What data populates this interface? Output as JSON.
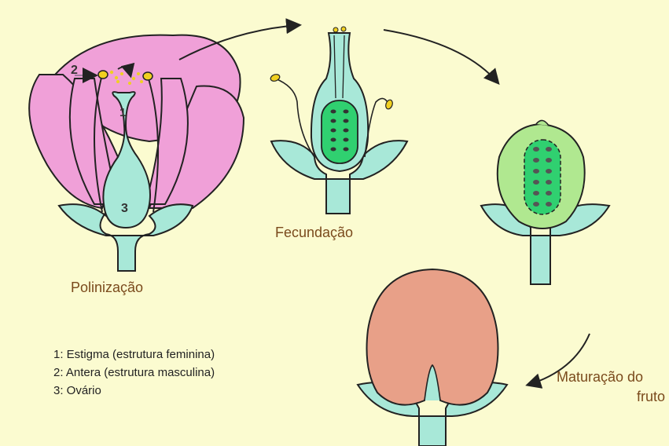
{
  "labels": {
    "pollination": "Polinização",
    "fertilization": "Fecundação",
    "maturation_line1": "Maturação do",
    "maturation_line2": "fruto"
  },
  "markers": {
    "stigma": "1",
    "anther": "2",
    "ovary": "3"
  },
  "legend": [
    "1: Estigma (estrutura feminina)",
    "2: Antera (estrutura masculina)",
    "3: Ovário"
  ],
  "colors": {
    "background": "#fbfbd0",
    "petal": "#f0a0d8",
    "pistil": "#a8e8d8",
    "ovary_green": "#30d070",
    "fruit_light_green": "#b0e890",
    "mature_fruit": "#e8a088",
    "pollen": "#f0d020",
    "label_brown": "#7a4a1c"
  }
}
